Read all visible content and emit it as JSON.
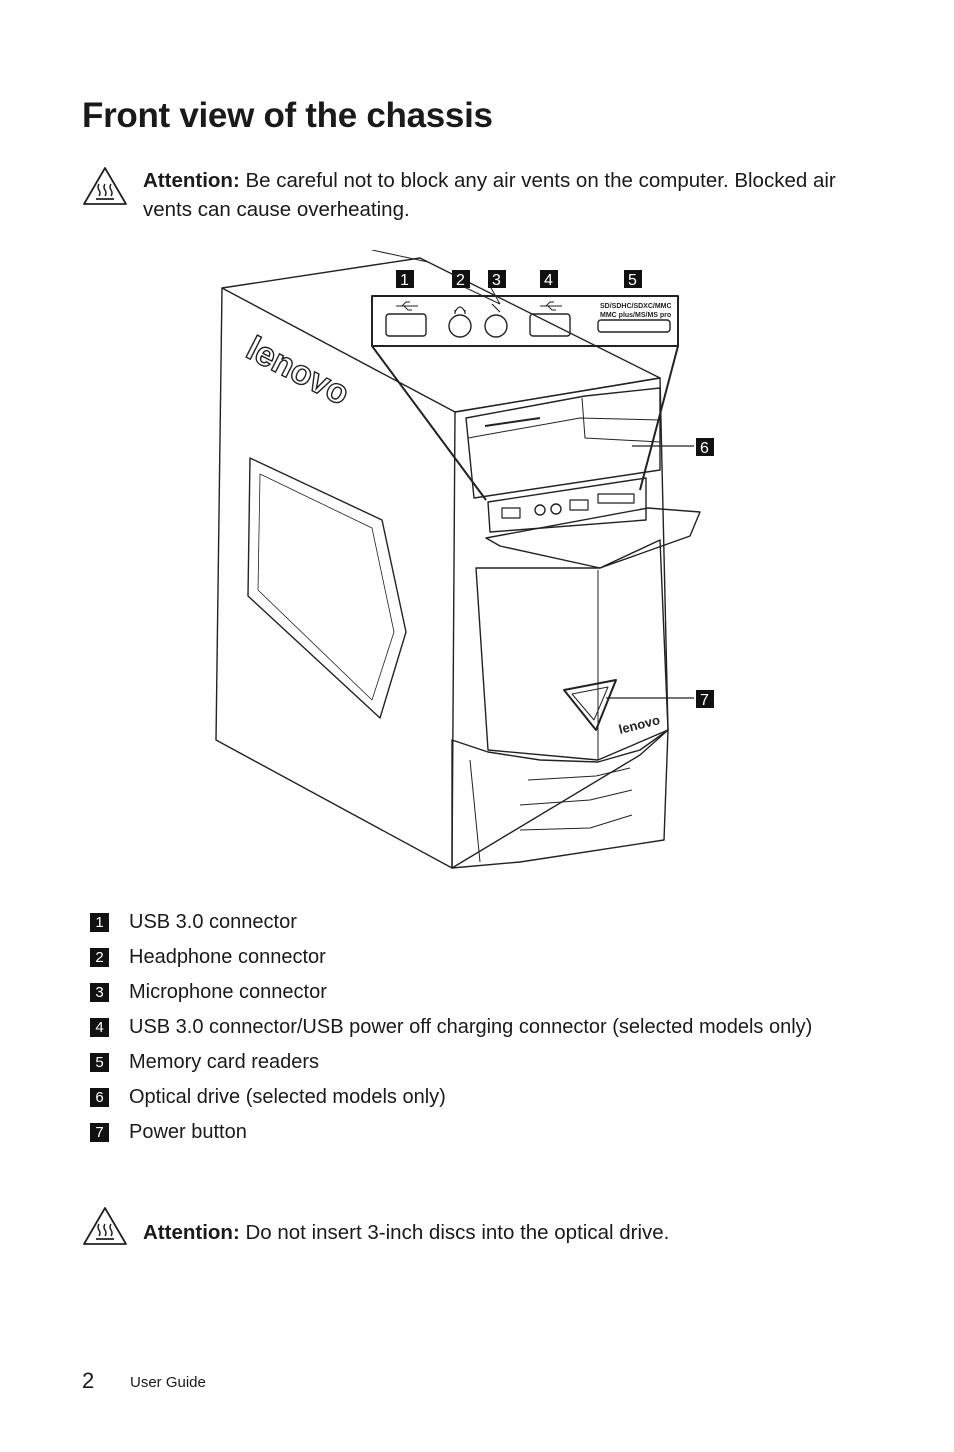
{
  "title": "Front view of the chassis",
  "attention1": {
    "label": "Attention:",
    "text": " Be careful not to block any air vents on the computer. Blocked air vents can cause overheating."
  },
  "attention2": {
    "label": "Attention:",
    "text": " Do not insert 3-inch discs into the optical drive."
  },
  "figure": {
    "callouts": [
      "1",
      "2",
      "3",
      "4",
      "5",
      "6",
      "7"
    ],
    "card_reader_label_line1": "SD/SDHC/SDXC/MMC",
    "card_reader_label_line2": "MMC plus/MS/MS pro",
    "logo_text": "lenovo",
    "icon": "heat-warning-icon"
  },
  "legend": [
    {
      "num": "1",
      "text": "USB 3.0 connector"
    },
    {
      "num": "2",
      "text": "Headphone connector"
    },
    {
      "num": "3",
      "text": "Microphone connector"
    },
    {
      "num": "4",
      "text": "USB 3.0 connector/USB power off charging connector (selected models only)"
    },
    {
      "num": "5",
      "text": "Memory card readers"
    },
    {
      "num": "6",
      "text": "Optical drive (selected models only)"
    },
    {
      "num": "7",
      "text": "Power button"
    }
  ],
  "footer": {
    "page_number": "2",
    "doc_title": "User Guide"
  }
}
